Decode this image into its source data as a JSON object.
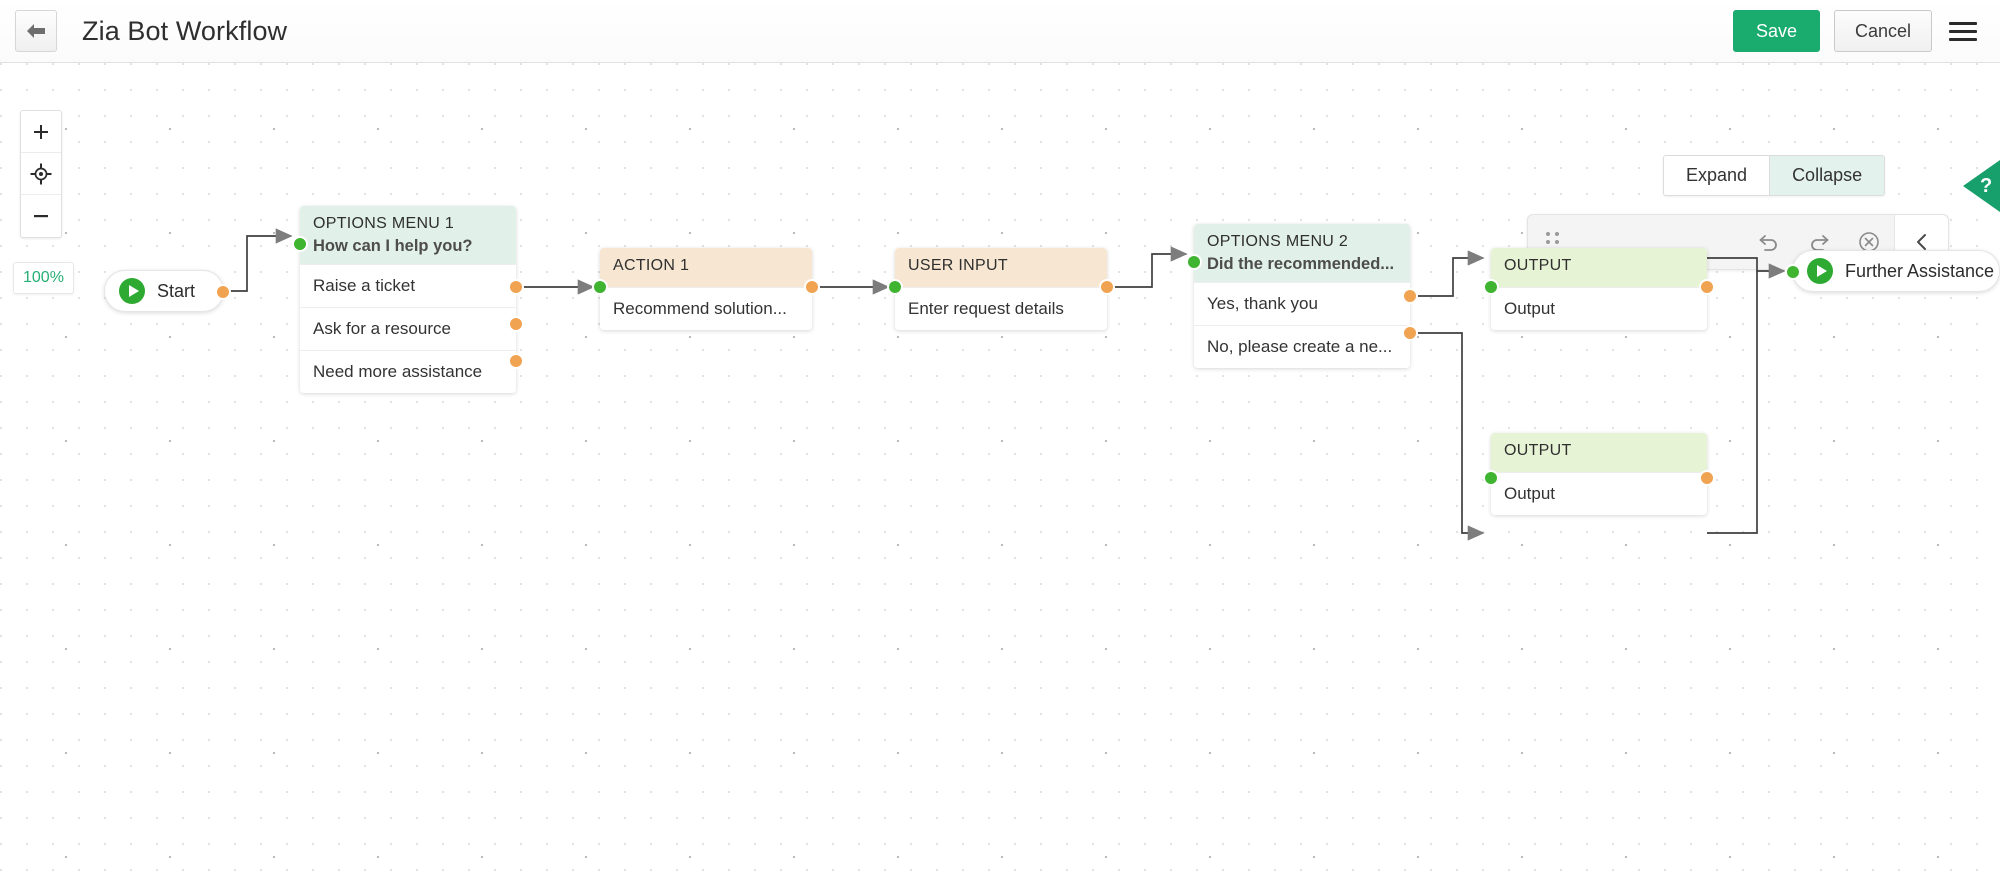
{
  "header": {
    "title": "Zia Bot Workflow",
    "back_icon": "back-arrow-icon",
    "save_label": "Save",
    "cancel_label": "Cancel",
    "menu_icon": "hamburger-menu-icon"
  },
  "canvas_controls": {
    "zoom_in_icon": "plus-icon",
    "recenter_icon": "crosshair-target-icon",
    "zoom_out_icon": "minus-icon",
    "zoom_level": "100%",
    "expand_label": "Expand",
    "collapse_label": "Collapse",
    "active_view": "Collapse",
    "help_label": "?"
  },
  "mini_toolbar": {
    "drag_handle_icon": "drag-handle-dots-icon",
    "undo_icon": "undo-arrow-icon",
    "redo_icon": "redo-arrow-icon",
    "clear_icon": "close-circle-icon",
    "collapse_icon": "chevron-left-icon"
  },
  "nodes": {
    "start": {
      "label": "Start",
      "icon": "play-icon"
    },
    "options_menu_1": {
      "type": "OPTIONS MENU 1",
      "prompt": "How can I help you?",
      "options": [
        "Raise a ticket",
        "Ask for a resource",
        "Need more assistance"
      ]
    },
    "action_1": {
      "type": "ACTION 1",
      "body": "Recommend solution..."
    },
    "user_input": {
      "type": "USER INPUT",
      "body": "Enter request details"
    },
    "options_menu_2": {
      "type": "OPTIONS MENU 2",
      "prompt": "Did the recommended...",
      "options": [
        "Yes, thank you",
        "No, please create a ne..."
      ]
    },
    "output_1": {
      "type": "OUTPUT",
      "body": "Output"
    },
    "output_2": {
      "type": "OUTPUT",
      "body": "Output"
    },
    "further_assistance": {
      "label": "Further Assistance",
      "icon": "play-icon"
    }
  },
  "colors": {
    "accent_green": "#1aab6f",
    "port_in": "#3fb431",
    "port_out": "#f0a350",
    "head_mint": "#e2f0ea",
    "head_tan": "#f7e7d2",
    "head_lime": "#e7f3d5",
    "zoom_text": "#27ae74"
  }
}
